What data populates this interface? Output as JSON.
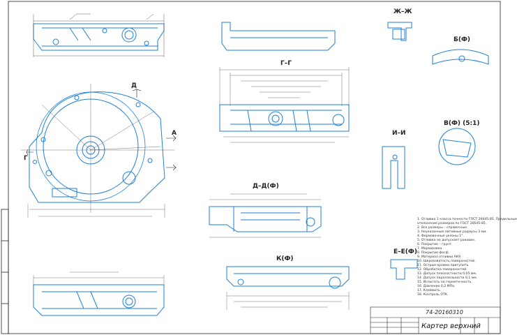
{
  "drawing": {
    "title": "Картер верхний",
    "code": "74-20160310",
    "sections": {
      "zh": "Ж–Ж",
      "b": "Б(Ф)",
      "g": "Г–Г",
      "v": "В(Ф) (5:1)",
      "i": "И–И",
      "d": "Д–Д(Ф)",
      "e": "Е–Е(Ф)",
      "k": "К(Ф)"
    },
    "markers": {
      "d": "Д",
      "a": "А",
      "g": "Г"
    },
    "colors": {
      "line": "#1e7fd6",
      "dim": "#333333",
      "frame": "#222222"
    },
    "notes": [
      "1. Отливка 1 класса точности ГОСТ 26645-85. Предельные",
      "отклонения размеров по ГОСТ 26645-85.",
      "2. Все размеры – справочные.",
      "3. Неуказанные литейные радиусы 3 мм.",
      "4. Формовочные уклоны 1°.",
      "5. Отливка не допускает раковин.",
      "6. Покрытие – грунт.",
      "7. Маркировка.",
      "8. Покрытие фосф.",
      "9. Материал отливки АК9.",
      "10. Шероховатость поверхностей.",
      "11. Острые кромки притупить.",
      "12. Обработка поверхностей.",
      "13. Допуск плоскостности 0,05 мм.",
      "14. Допуск параллельности 0,1 мм.",
      "15. Испытать на герметичность.",
      "16. Давление 0,2 МПа.",
      "17. Клеймить.",
      "18. Контроль ОТК."
    ]
  }
}
